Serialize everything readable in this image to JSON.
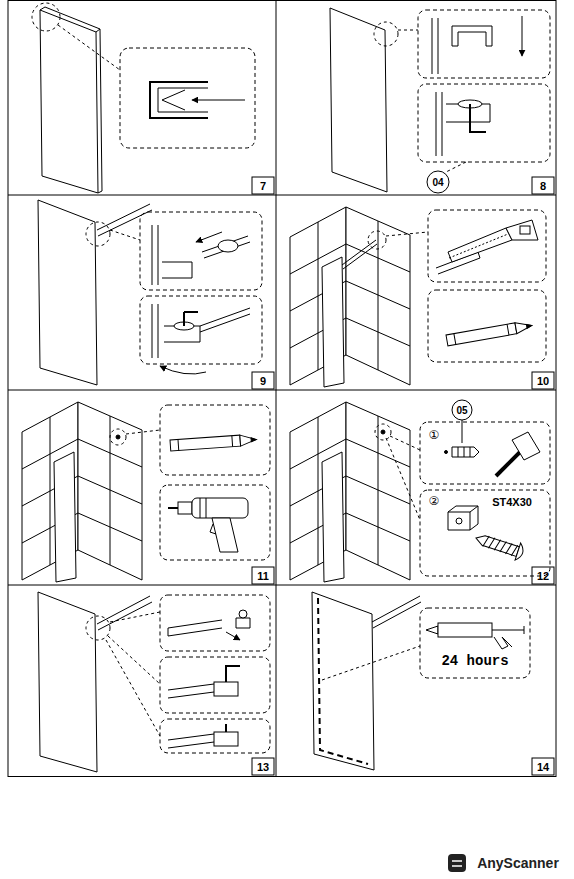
{
  "diagram": {
    "labels": [
      "7",
      "04",
      "8",
      "9",
      "10",
      "11",
      "05",
      "①",
      "②",
      "ST4X30",
      "12",
      "13",
      "24 hours",
      "14",
      "AnyScanner"
    ]
  }
}
